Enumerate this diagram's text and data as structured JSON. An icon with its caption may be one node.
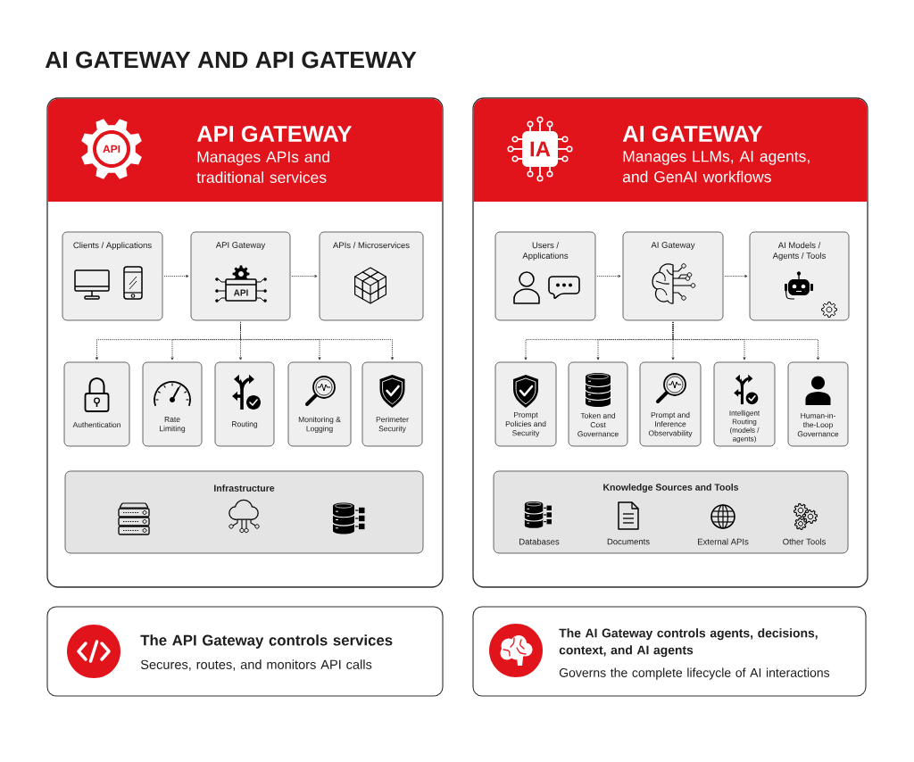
{
  "diagram": {
    "title": "AI GATEWAY AND API GATEWAY",
    "nodes": [
      {
        "text": [
          "API GATEWAY",
          "Manages APIs and traditional services"
        ]
      },
      {
        "text": [
          "Clients / Applications"
        ],
        "in": 0
      },
      {
        "text": [
          "API Gateway"
        ],
        "in": 0
      },
      {
        "text": [
          "APIs / Microservices"
        ],
        "in": 0
      },
      {
        "text": [
          "Authentication"
        ],
        "in": 0
      },
      {
        "text": [
          "Rate Limiting"
        ],
        "in": 0
      },
      {
        "text": [
          "Routing"
        ],
        "in": 0
      },
      {
        "text": [
          "Monitoring & Logging"
        ],
        "in": 0
      },
      {
        "text": [
          "Perimeter Security"
        ],
        "in": 0
      },
      {
        "text": [
          "Infrastructure"
        ],
        "in": 0
      },
      {
        "text": [
          "AI GATEWAY",
          "Manages LLMs, AI agents, and GenAI workflows"
        ]
      },
      {
        "text": [
          "Users / Applications"
        ],
        "in": 10
      },
      {
        "text": [
          "AI Gateway"
        ],
        "in": 10
      },
      {
        "text": [
          "AI Models / Agents / Tools"
        ],
        "in": 10
      },
      {
        "text": [
          "Prompt Policies and Security"
        ],
        "in": 10
      },
      {
        "text": [
          "Token and Cost Governance"
        ],
        "in": 10
      },
      {
        "text": [
          "Prompt and Inference Observability"
        ],
        "in": 10
      },
      {
        "text": [
          "Intelligent Routing (models / agents)"
        ],
        "in": 10
      },
      {
        "text": [
          "Human-in-the-Loop Governance"
        ],
        "in": 10
      },
      {
        "text": [
          "Knowledge Sources and Tools"
        ],
        "in": 10
      },
      {
        "text": [
          "The API Gateway controls services",
          "Secures, routes, and monitors API calls"
        ]
      },
      {
        "text": [
          "The AI Gateway controls agents, decisions, context, and AI agents",
          "Governs the complete lifecycle of AI interactions"
        ]
      }
    ],
    "edges": [
      {
        "from": 1,
        "to": 2,
        "arrow": "to"
      },
      {
        "from": 2,
        "to": 3,
        "arrow": "to"
      },
      {
        "from": 2,
        "to": 4,
        "arrow": "to"
      },
      {
        "from": 2,
        "to": 5,
        "arrow": "to"
      },
      {
        "from": 2,
        "to": 6,
        "arrow": "to"
      },
      {
        "from": 2,
        "to": 7,
        "arrow": "to"
      },
      {
        "from": 2,
        "to": 8,
        "arrow": "to"
      },
      {
        "from": 11,
        "to": 12,
        "arrow": "to"
      },
      {
        "from": 12,
        "to": 13,
        "arrow": "to"
      },
      {
        "from": 12,
        "to": 14,
        "arrow": "to"
      },
      {
        "from": 12,
        "to": 15,
        "arrow": "to"
      },
      {
        "from": 12,
        "to": 16,
        "arrow": "to"
      },
      {
        "from": 12,
        "to": 17,
        "arrow": "to"
      },
      {
        "from": 12,
        "to": 18,
        "arrow": "to"
      }
    ],
    "labels": [
      "API",
      "API",
      "IA",
      "Databases",
      "Documents",
      "External APIs",
      "Other Tools"
    ]
  }
}
